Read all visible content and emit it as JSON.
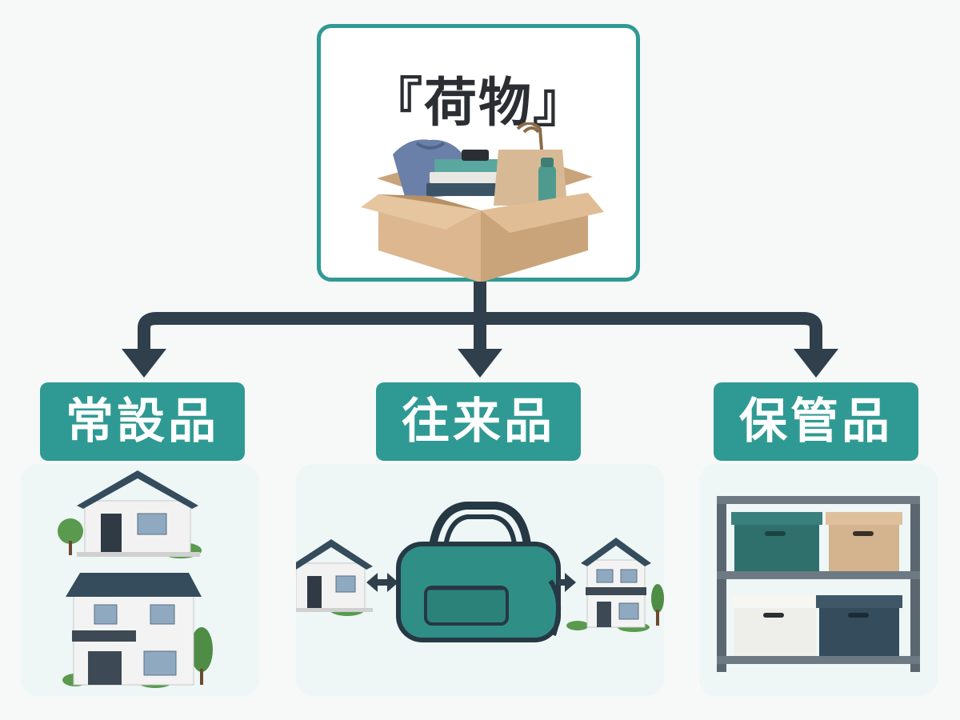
{
  "root": {
    "title": "『荷物』"
  },
  "categories": [
    {
      "label": "常設品"
    },
    {
      "label": "往来品"
    },
    {
      "label": "保管品"
    }
  ],
  "colors": {
    "teal": "#2f9a93",
    "arrow": "#2f3f4c",
    "panel_bg": "#eef6f6",
    "box_brown": "#d8b58c",
    "navy": "#344c5c"
  }
}
